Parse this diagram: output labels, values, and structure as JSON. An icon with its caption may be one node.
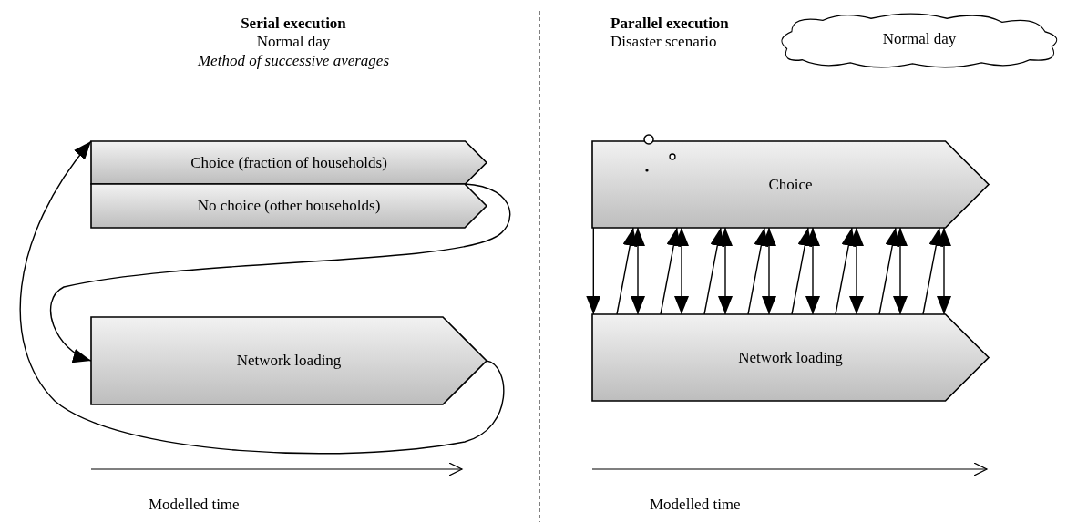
{
  "diagram": {
    "nodes": [
      {
        "text": [
          "Choice (fraction of households)"
        ]
      },
      {
        "text": [
          "No choice (other households)"
        ]
      },
      {
        "text": [
          "Network loading"
        ]
      },
      {
        "text": [
          "Normal day"
        ]
      },
      {
        "text": [
          "Choice"
        ]
      },
      {
        "text": [
          "Network loading"
        ]
      }
    ],
    "edges": [
      {
        "from": 1,
        "to": 2,
        "arrow": "to"
      },
      {
        "from": 2,
        "to": 0,
        "arrow": "to"
      },
      {
        "from": 4,
        "to": 5,
        "arrow": "to"
      },
      {
        "from": 5,
        "to": 4,
        "arrow": "to"
      },
      {
        "from": 4,
        "to": 5,
        "arrow": "both"
      },
      {
        "from": 5,
        "to": 4,
        "arrow": "to"
      },
      {
        "from": 4,
        "to": 5,
        "arrow": "both"
      },
      {
        "from": 5,
        "to": 4,
        "arrow": "to"
      },
      {
        "from": 4,
        "to": 5,
        "arrow": "both"
      },
      {
        "from": 5,
        "to": 4,
        "arrow": "to"
      },
      {
        "from": 4,
        "to": 5,
        "arrow": "both"
      },
      {
        "from": 5,
        "to": 4,
        "arrow": "to"
      },
      {
        "from": 4,
        "to": 5,
        "arrow": "both"
      },
      {
        "from": 5,
        "to": 4,
        "arrow": "to"
      },
      {
        "from": 4,
        "to": 5,
        "arrow": "both"
      },
      {
        "from": 5,
        "to": 4,
        "arrow": "to"
      },
      {
        "from": 4,
        "to": 5,
        "arrow": "both"
      },
      {
        "from": 5,
        "to": 4,
        "arrow": "to"
      },
      {
        "from": 4,
        "to": 5,
        "arrow": "both"
      }
    ],
    "labels": [
      "Serial execution",
      "Normal day",
      "Method of successive averages",
      "Parallel execution",
      "Disaster scenario",
      "Modelled time",
      "Modelled time"
    ]
  }
}
